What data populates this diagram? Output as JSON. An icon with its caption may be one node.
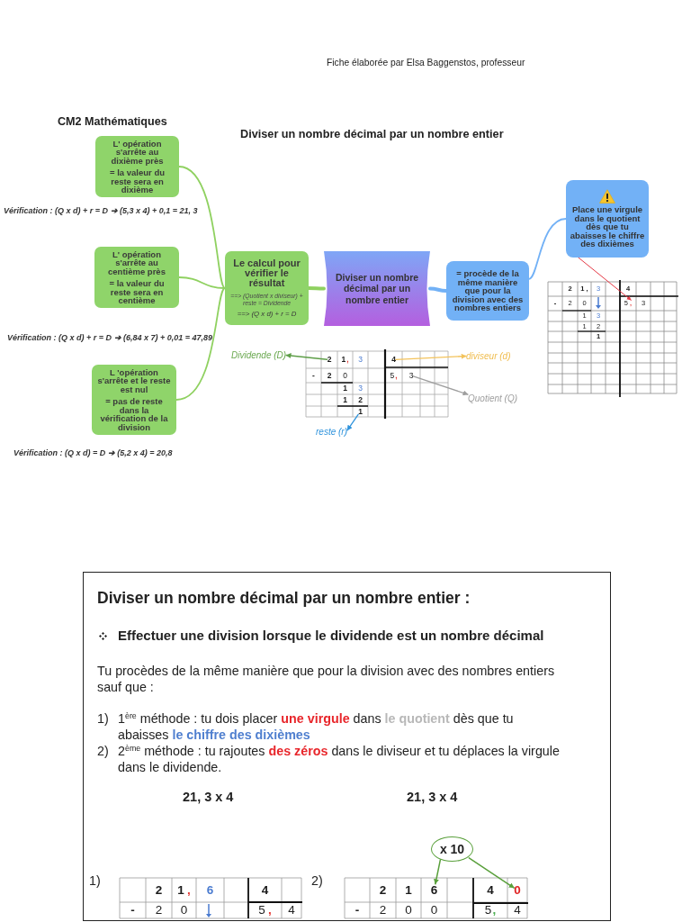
{
  "diagram": {
    "title": "Diviser un nombre décimal par un nombre entier",
    "nodes": [
      {
        "text": [
          "L' opération s'arrête au dixième près",
          "= la valeur du reste sera en dixième"
        ],
        "beside": [
          "Vérification : (Q x d) + r = D ➔ (5,3 x 4) + 0,1 = 21, 3"
        ]
      },
      {
        "text": [
          "L' opération s'arrête au centième près",
          "= la valeur du reste sera en centième"
        ]
      },
      {
        "text": [
          "L 'opération s'arrête et le reste est nul",
          "= pas de reste dans la vérification de la division"
        ],
        "beside": [
          "Vérification : (Q x d) = D ➔ (5,2 x 4) = 20,8"
        ]
      },
      {
        "text": [
          "Le calcul pour vérifier le résultat",
          "==> (Quotient x diviseur) + reste = Dividende",
          "==> (Q x d) + r = D"
        ]
      },
      {
        "text": [
          "Diviser un nombre décimal par un nombre entier"
        ]
      },
      {
        "text": [
          "= procède de la même manière que pour la division avec des nombres entiers"
        ]
      },
      {
        "text": [
          "Place une virgule dans le quotient dès que tu abaisses le chiffre des dixièmes"
        ]
      },
      {
        "text": [
          "Dividende (D)"
        ]
      },
      {
        "text": [
          "diviseur (d)"
        ]
      },
      {
        "text": [
          "Quotient (Q)"
        ]
      },
      {
        "text": [
          "reste (r)"
        ]
      },
      {
        "text": [
          "x 10"
        ]
      },
      {
        "text": [
          "2"
        ]
      },
      {
        "text": [
          "4"
        ]
      },
      {
        "text": [
          "3"
        ]
      },
      {
        "text": [
          "1"
        ]
      },
      {
        "text": [
          ","
        ]
      },
      {
        "text": [
          "6"
        ]
      },
      {
        "text": [
          "0"
        ]
      }
    ],
    "edges": [
      {
        "from": 4,
        "to": 3,
        "arrow": "none",
        "style": "thick"
      },
      {
        "from": 3,
        "to": 0,
        "arrow": "none"
      },
      {
        "from": 3,
        "to": 1,
        "arrow": "none"
      },
      {
        "from": 3,
        "to": 2,
        "arrow": "none"
      },
      {
        "from": 4,
        "to": 5,
        "arrow": "none",
        "style": "thick",
        "color": "#72b1f6"
      },
      {
        "from": 5,
        "to": 6,
        "arrow": "none",
        "color": "#72b1f6"
      },
      {
        "from": 12,
        "to": 7,
        "arrow": "to",
        "color": "#5e9e48"
      },
      {
        "from": 13,
        "to": 8,
        "arrow": "to",
        "color": "#f3c35c"
      },
      {
        "from": 14,
        "to": 9,
        "arrow": "to",
        "color": "#9e9e9e"
      },
      {
        "from": 15,
        "to": 10,
        "arrow": "to",
        "color": "#2f93dc"
      },
      {
        "from": 6,
        "to": 16,
        "arrow": "to",
        "color": "#e53945"
      },
      {
        "from": 11,
        "to": 17,
        "arrow": "to",
        "color": "#5aa03c"
      },
      {
        "from": 11,
        "to": 18,
        "arrow": "to",
        "color": "#5aa03c"
      }
    ],
    "labels": [
      "Fiche élaborée par Elsa Baggenstos, professeur",
      "CM2 Mathématiques",
      "Vérification : (Q x d) + r = D ➔ (6,84 x 7) + 0,01 = 47,89",
      "1",
      ",",
      "3",
      "-",
      "2",
      "0",
      "5",
      ",",
      "1",
      "3",
      "1",
      "2",
      "2",
      "1",
      ",",
      "3",
      "4",
      "-",
      "2",
      "0",
      "5",
      "3",
      "1",
      "3",
      "1",
      "2",
      "1",
      "Diviser un nombre décimal par un nombre entier :",
      "Effectuer une division lorsque le dividende est un nombre décimal",
      "Tu procèdes de la même manière que pour la division avec des nombres entiers sauf que :",
      "1)",
      "1$^{ère}$ méthode : tu dois placer **une virgule** dans **le quotient** dès que tu abaisses **le chiffre des dixièmes**",
      "2)",
      "2$^{ème}$ méthode : tu rajoutes **des zéros** dans le diviseur et tu déplaces la virgule dans le dividende.",
      "21, 3 x 4",
      "21, 3 x 4",
      "1)",
      "2",
      "1",
      ",",
      "6",
      "4",
      "-",
      "2",
      "0",
      "5",
      ",",
      "4",
      "2)",
      "2",
      "1",
      "4",
      "-",
      "2",
      "0",
      "0",
      "5",
      ",",
      "4"
    ]
  }
}
